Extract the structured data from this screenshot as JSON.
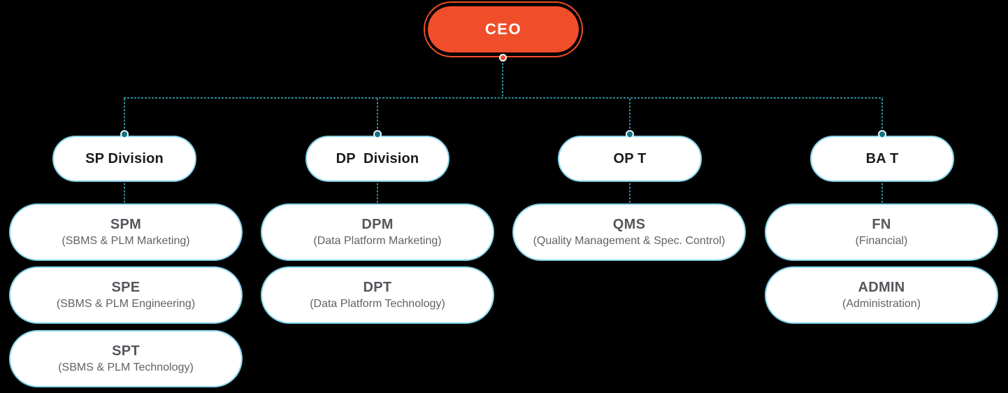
{
  "colors": {
    "bg": "#000000",
    "accent_orange": "#F04E2B",
    "connector_teal": "#2B8799",
    "dot_teal": "#15707F",
    "dot_ring": "#EAF7FA",
    "node_border_blue": "#87D5EC",
    "node_bg": "#FFFFFF",
    "division_text": "#1A1B1F",
    "unit_code_text": "#55575C",
    "unit_desc_text": "#606268",
    "ceo_text": "#FFFFFF"
  },
  "ceo": {
    "label": "CEO"
  },
  "columns": [
    {
      "division": "SP Division",
      "units": [
        {
          "code": "SPM",
          "desc": "(SBMS & PLM Marketing)"
        },
        {
          "code": "SPE",
          "desc": "(SBMS & PLM Engineering)"
        },
        {
          "code": "SPT",
          "desc": "(SBMS & PLM Technology)"
        }
      ]
    },
    {
      "division": "DP  Division",
      "units": [
        {
          "code": "DPM",
          "desc": "(Data Platform Marketing)"
        },
        {
          "code": "DPT",
          "desc": "(Data Platform Technology)"
        }
      ]
    },
    {
      "division": "OP T",
      "units": [
        {
          "code": "QMS",
          "desc": "(Quality Management & Spec. Control)"
        }
      ]
    },
    {
      "division": "BA T",
      "units": [
        {
          "code": "FN",
          "desc": "(Financial)"
        },
        {
          "code": "ADMIN",
          "desc": "(Administration)"
        }
      ]
    }
  ]
}
